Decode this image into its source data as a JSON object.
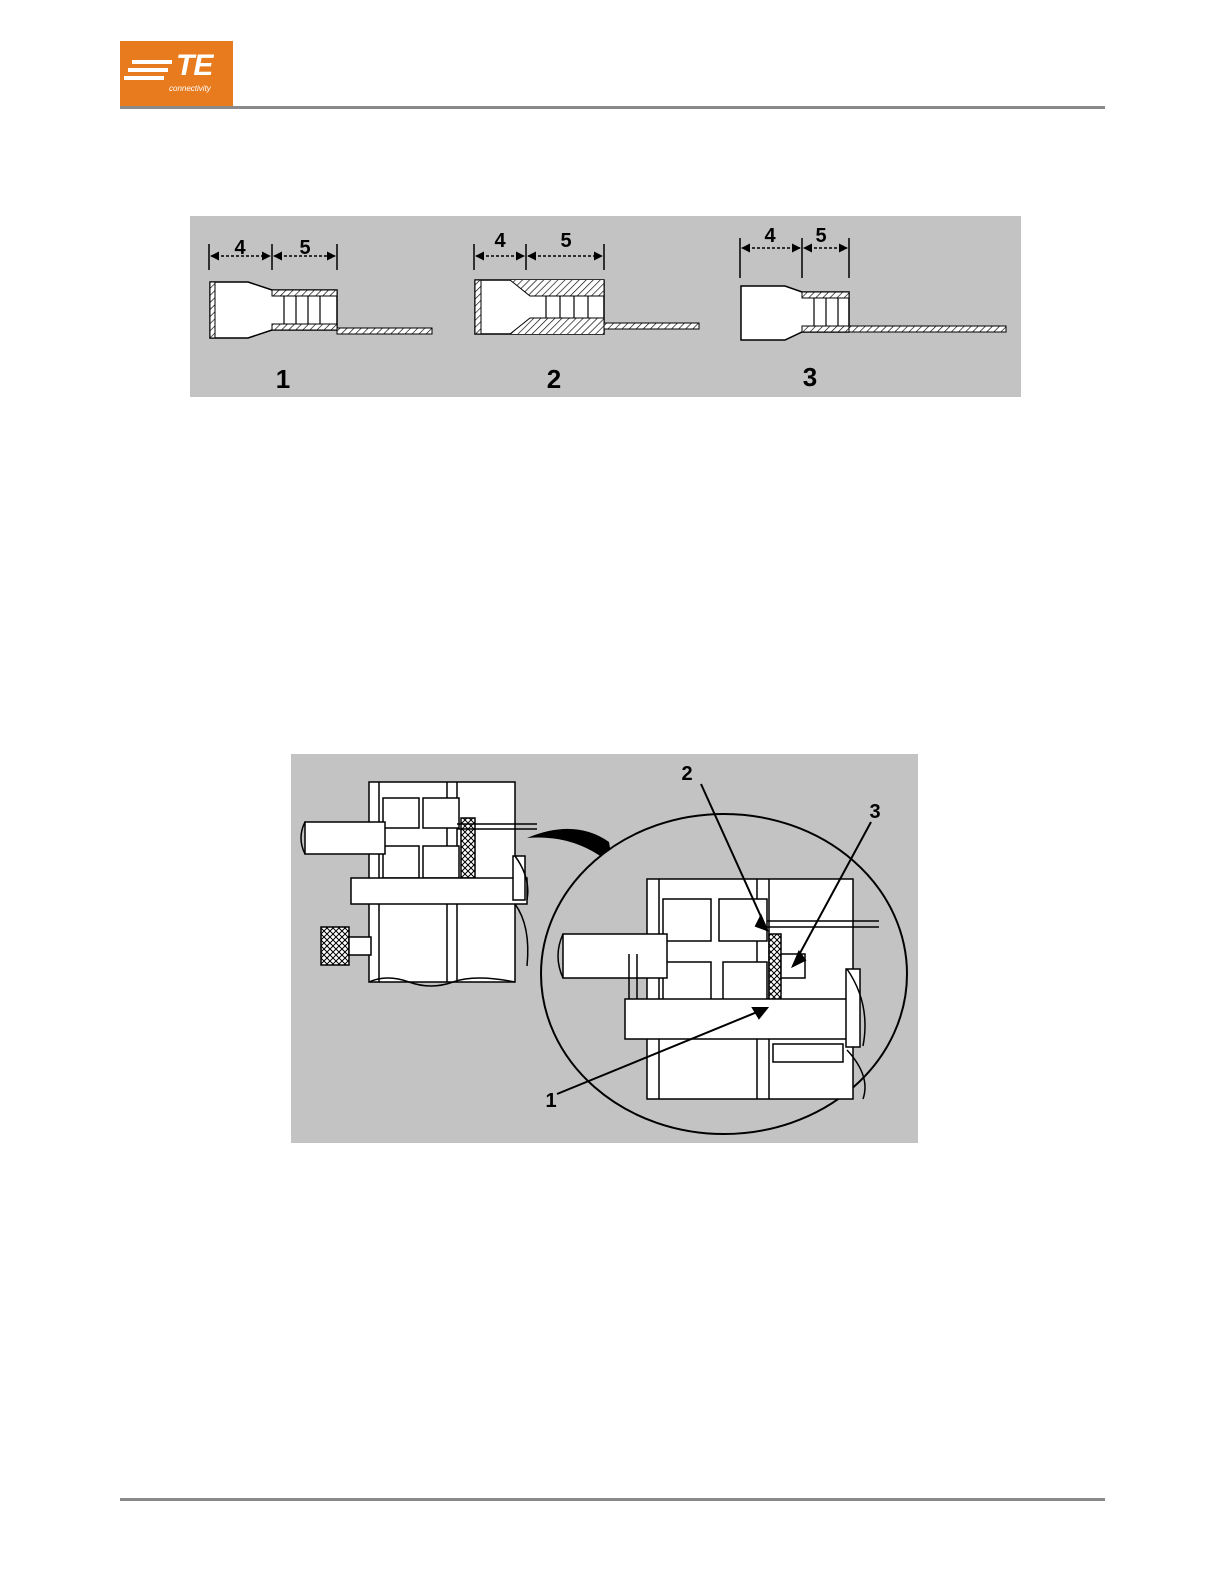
{
  "brand": {
    "logo_text": "TE",
    "logo_subtext": "connectivity",
    "color": "#e87b1e"
  },
  "figure1": {
    "terminals": [
      {
        "number": "1",
        "dim_a": "4",
        "dim_b": "5"
      },
      {
        "number": "2",
        "dim_a": "4",
        "dim_b": "5"
      },
      {
        "number": "3",
        "dim_a": "4",
        "dim_b": "5"
      }
    ]
  },
  "figure2": {
    "callouts": [
      "1",
      "2",
      "3"
    ]
  }
}
